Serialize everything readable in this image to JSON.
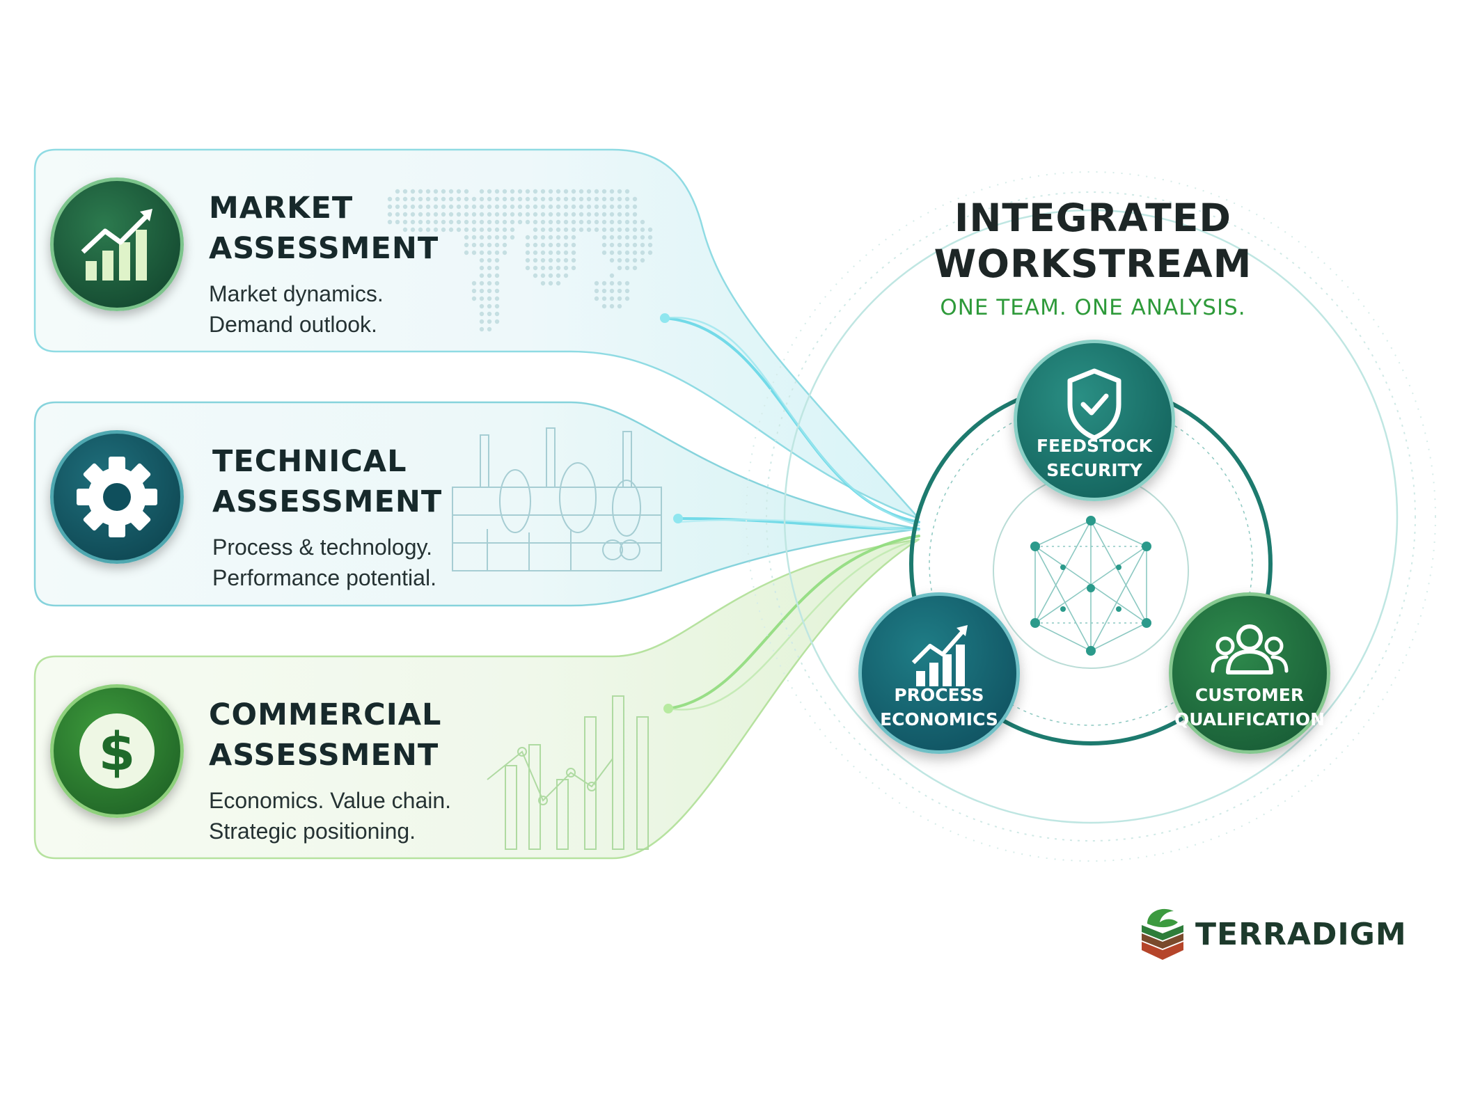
{
  "assessments": [
    {
      "title_line1": "MARKET",
      "title_line2": "ASSESSMENT",
      "desc_line1": "Market dynamics.",
      "desc_line2": "Demand outlook.",
      "icon": "bar-chart-trend-icon"
    },
    {
      "title_line1": "TECHNICAL",
      "title_line2": "ASSESSMENT",
      "desc_line1": "Process & technology.",
      "desc_line2": "Performance potential.",
      "icon": "gear-icon"
    },
    {
      "title_line1": "COMMERCIAL",
      "title_line2": "ASSESSMENT",
      "desc_line1": "Economics. Value chain.",
      "desc_line2": "Strategic positioning.",
      "icon": "dollar-icon"
    }
  ],
  "workstream": {
    "title_line1": "INTEGRATED",
    "title_line2": "WORKSTREAM",
    "subtitle": "ONE TEAM. ONE ANALYSIS.",
    "nodes": [
      {
        "label_line1": "FEEDSTOCK",
        "label_line2": "SECURITY",
        "icon": "shield-check-icon"
      },
      {
        "label_line1": "PROCESS",
        "label_line2": "ECONOMICS",
        "icon": "bar-chart-trend-icon"
      },
      {
        "label_line1": "CUSTOMER",
        "label_line2": "QUALIFICATION",
        "icon": "users-icon"
      }
    ]
  },
  "brand": {
    "name": "TERRADIGM",
    "icon": "terradigm-logo-icon"
  },
  "colors": {
    "teal": "#1e7d73",
    "dark_teal": "#0f4f5c",
    "green": "#2e8b3d",
    "dark_green": "#17532f",
    "accent_green": "#2e9a3a",
    "cyan": "#5fd4e0"
  }
}
